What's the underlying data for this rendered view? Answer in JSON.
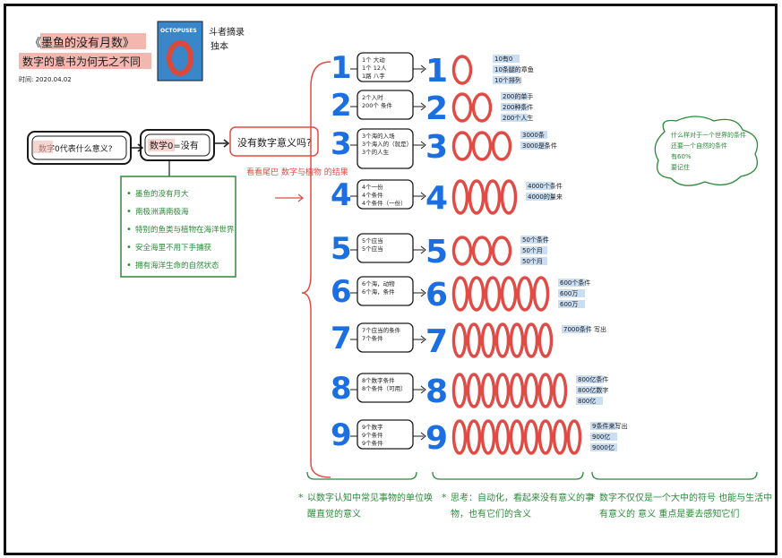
{
  "title": {
    "line1": "《墨鱼的没有月数》",
    "line2": "数字的意书为何无之不同",
    "date": "时间: 2020.04.02",
    "author_line1": "斗者摘录",
    "author_line2": "独本"
  },
  "book_cover": {
    "title": "OCTOPUSES",
    "numeral": "0",
    "colors": {
      "cover": "#3a86c8",
      "numeral": "#d94a3d"
    }
  },
  "flow": {
    "q1": "数字0代表什么意义?",
    "q2": "数学0=没有",
    "q3": "没有数字意义吗?",
    "note": "看看尾巴 数字与植物 的结果"
  },
  "left_list": [
    "墨鱼的没有月大",
    "南极洲满南极海",
    "特别的鱼类与植物在海洋世界",
    "安全海里不用下手捕获",
    "拥有海洋生命的自然状态"
  ],
  "rows": [
    {
      "num": "1",
      "big": "10",
      "mid": [
        "1个 大动",
        "1个 12人",
        "1路 八字"
      ],
      "notes": [
        "10有0",
        "10条腿的章鱼",
        "10个排列"
      ]
    },
    {
      "num": "2",
      "big": "200",
      "mid": [
        "2个入时",
        "200个 条件"
      ],
      "notes": [
        "200的单手",
        "200种条件",
        "200个人生"
      ]
    },
    {
      "num": "3",
      "big": "3000",
      "mid": [
        "3个海的入场",
        "3个海入的（就是）",
        "3个的人生"
      ],
      "notes": [
        "3000条",
        "3000是条件"
      ]
    },
    {
      "num": "4",
      "big": "40000",
      "mid": [
        "4个一份",
        "4个条件",
        "4个条件（一份）"
      ],
      "notes": [
        "4000个条件",
        "4000的量来"
      ]
    },
    {
      "num": "5",
      "big": "5000",
      "mid": [
        "5个应当",
        "5个应当"
      ],
      "notes": [
        "50个条件",
        "50个月",
        "50个月"
      ]
    },
    {
      "num": "6",
      "big": "6000000",
      "mid": [
        "6个海，动物",
        "6个海，条件"
      ],
      "notes": [
        "600个条件",
        "600万",
        "600万"
      ]
    },
    {
      "num": "7",
      "big": "70000000",
      "mid": [
        "7个应当的条件",
        "7个条件"
      ],
      "notes": [
        "7000条件 写出"
      ]
    },
    {
      "num": "8",
      "big": "800000000",
      "mid": [
        "8个数字条件",
        "8个条件（可用）"
      ],
      "notes": [
        "800亿条件",
        "800亿数字",
        "800亿"
      ]
    },
    {
      "num": "9",
      "big": "9000000000",
      "mid": [
        "9个数字",
        "9个条件",
        "9个条件"
      ],
      "notes": [
        "9条件来写出",
        "900亿",
        "9000亿"
      ]
    }
  ],
  "green_cloud": "什么样对于一个世界的条件 还要一个自然的条件 有60% 要记住",
  "bottom_notes": [
    "以数字认知中常见事物的单位唤醒直觉的意义",
    "思考：自动化，看起来没有意义的事物，也有它们的含义",
    "数字不仅仅是一个大中的符号 也能与生活中有意义的 意义 重点是要去感知它们"
  ],
  "colors": {
    "ink": "#1a1a1a",
    "blue": "#1b6fe0",
    "red": "#e04c45",
    "green": "#2a8a38",
    "highlight": "#bcd4f0"
  }
}
